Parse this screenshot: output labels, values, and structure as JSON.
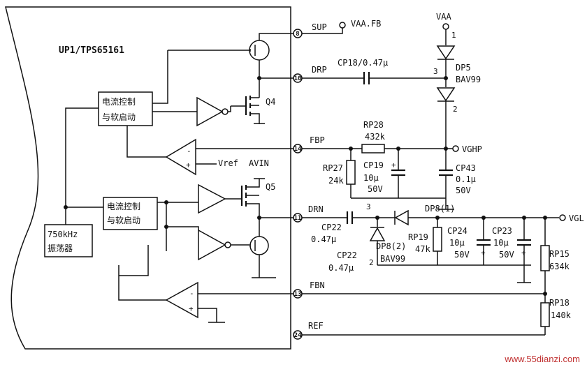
{
  "ic_label": "UP1/TPS65161",
  "blocks": {
    "ctrl1": [
      "电流控制",
      "与软启动"
    ],
    "ctrl2": [
      "电流控制",
      "与软启动"
    ],
    "osc": [
      "750kHz",
      "振荡器"
    ]
  },
  "internal": {
    "vref": "Vref",
    "avin": "AVIN",
    "q4": "Q4",
    "q5": "Q5"
  },
  "pins": [
    {
      "num": "8",
      "name": "SUP"
    },
    {
      "num": "10",
      "name": "DRP"
    },
    {
      "num": "14",
      "name": "FBP"
    },
    {
      "num": "11",
      "name": "DRN"
    },
    {
      "num": "13",
      "name": "FBN"
    },
    {
      "num": "24",
      "name": "REF"
    }
  ],
  "nets": {
    "vaa_fb": "VAA.FB",
    "vaa": "VAA",
    "vghp": "VGHP",
    "vgl": "VGL"
  },
  "parts": {
    "cp18": "CP18/0.47μ",
    "dp5": [
      "DP5",
      "BAV99"
    ],
    "dp5_pins": [
      "1",
      "3",
      "2"
    ],
    "rp28": [
      "RP28",
      "432k"
    ],
    "rp27": [
      "RP27",
      "24k"
    ],
    "cp19": [
      "CP19",
      "10μ",
      "50V"
    ],
    "cp43": [
      "CP43",
      "0.1μ",
      "50V"
    ],
    "cp22a": [
      "CP22",
      "0.47μ"
    ],
    "cp22b": [
      "CP22",
      "0.47μ"
    ],
    "dp8_1": "DP8(1)",
    "dp8_2": [
      "DP8(2)",
      "BAV99"
    ],
    "dp8_pins": [
      "3",
      "2"
    ],
    "rp19": [
      "RP19",
      "47k"
    ],
    "cp24": [
      "CP24",
      "10μ",
      "50V"
    ],
    "cp23": [
      "CP23",
      "10μ",
      "50V"
    ],
    "rp15": [
      "RP15",
      "634k"
    ],
    "rp18": [
      "RP18",
      "140k"
    ]
  },
  "watermark": "www.55dianzi.com"
}
